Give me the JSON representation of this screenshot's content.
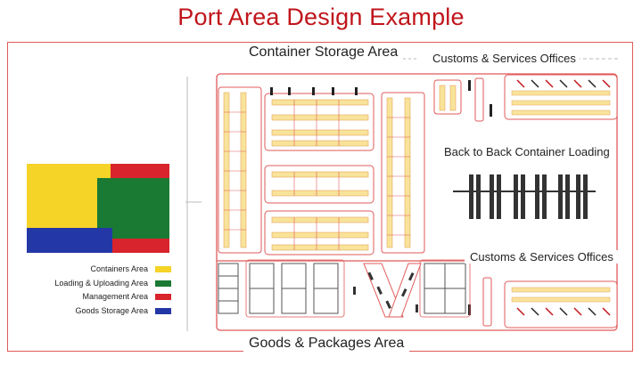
{
  "title": "Port Area Design Example",
  "areas": {
    "container_storage": "Container Storage Area",
    "customs_offices_top": "Customs & Services Offices",
    "back_to_back": "Back to Back Container Loading",
    "customs_offices_bottom": "Customs & Services Offices",
    "goods_packages": "Goods & Packages Area"
  },
  "legend": [
    {
      "label": "Containers Area",
      "color": "#f5d327"
    },
    {
      "label": "Loading & Uploading Area",
      "color": "#1a7a34"
    },
    {
      "label": "Management Area",
      "color": "#d8242c"
    },
    {
      "label": "Goods Storage Area",
      "color": "#2437a6"
    }
  ],
  "colors": {
    "brand_red": "#c0151b",
    "plan_line": "#e05a5a",
    "container_fill": "#f8e39a"
  }
}
